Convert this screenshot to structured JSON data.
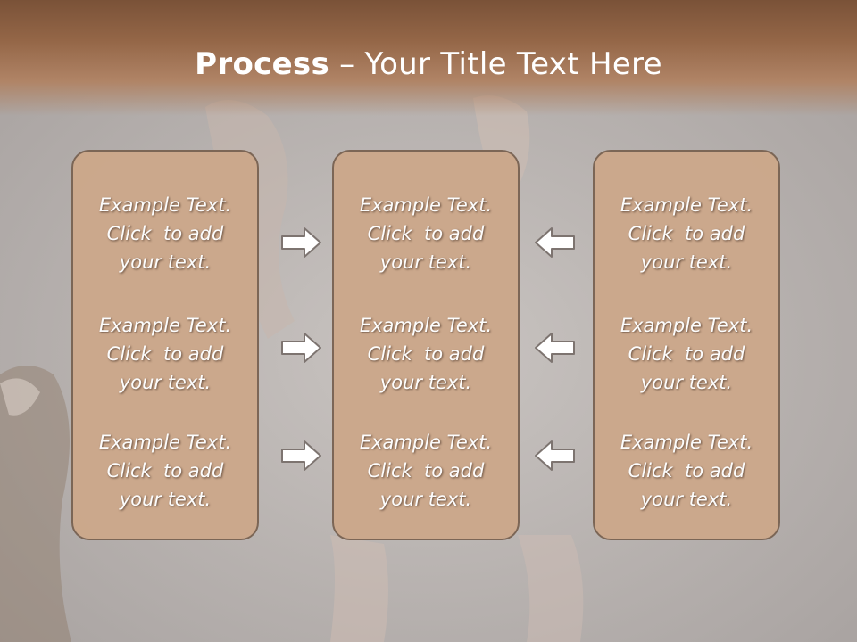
{
  "title": {
    "bold": "Process",
    "rest": " – Your Title Text Here"
  },
  "columns": [
    {
      "items": [
        {
          "line1": "Example Text.",
          "line2": "Click  to add",
          "line3": "your text."
        },
        {
          "line1": "Example Text.",
          "line2": "Click  to add",
          "line3": "your text."
        },
        {
          "line1": "Example Text.",
          "line2": "Click  to add",
          "line3": "your text."
        }
      ]
    },
    {
      "items": [
        {
          "line1": "Example Text.",
          "line2": "Click  to add",
          "line3": "your text."
        },
        {
          "line1": "Example Text.",
          "line2": "Click  to add",
          "line3": "your text."
        },
        {
          "line1": "Example Text.",
          "line2": "Click  to add",
          "line3": "your text."
        }
      ]
    },
    {
      "items": [
        {
          "line1": "Example Text.",
          "line2": "Click  to add",
          "line3": "your text."
        },
        {
          "line1": "Example Text.",
          "line2": "Click  to add",
          "line3": "your text."
        },
        {
          "line1": "Example Text.",
          "line2": "Click  to add",
          "line3": "your text."
        }
      ]
    }
  ],
  "arrows": {
    "left_group": "right-arrow-icon",
    "right_group": "left-arrow-icon"
  },
  "colors": {
    "header": "#7a5238",
    "box_fill": "#cca88b",
    "box_border": "#7a6454",
    "background": "#b3aeab"
  }
}
